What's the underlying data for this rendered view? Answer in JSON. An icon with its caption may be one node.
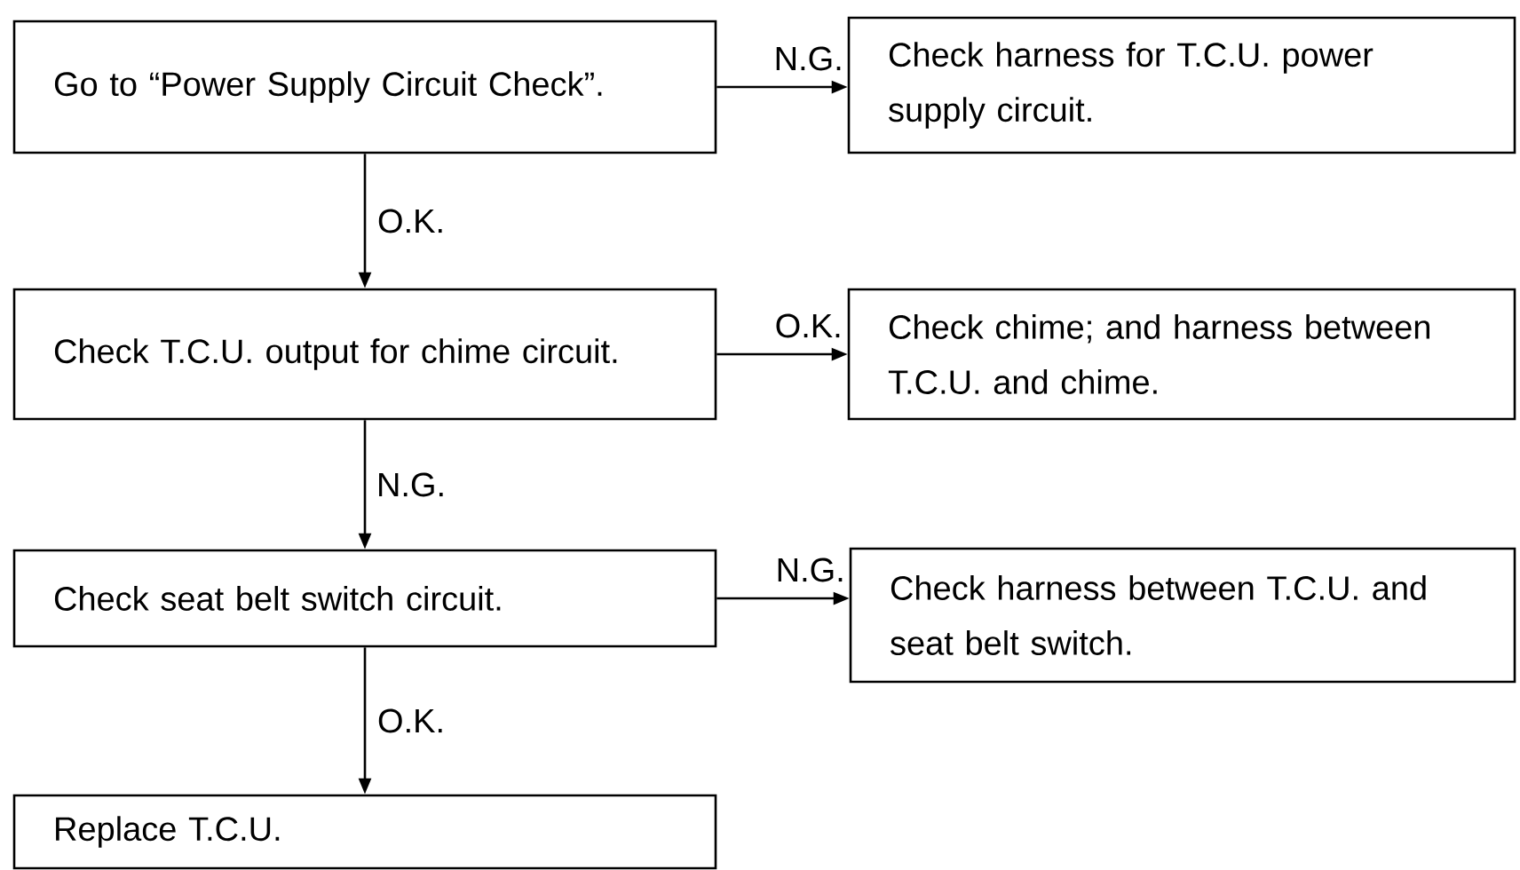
{
  "diagram": {
    "nodes": [
      {
        "text": [
          "Go to “Power Supply Circuit Check”."
        ]
      },
      {
        "text": [
          "Check harness for T.C.U. power supply circuit."
        ]
      },
      {
        "text": [
          "Check T.C.U. output for chime circuit."
        ]
      },
      {
        "text": [
          "Check chime; and harness between T.C.U. and chime."
        ]
      },
      {
        "text": [
          "Check seat belt switch circuit."
        ]
      },
      {
        "text": [
          "Check harness between T.C.U. and seat belt switch."
        ]
      },
      {
        "text": [
          "Replace T.C.U."
        ]
      }
    ],
    "edges": [
      {
        "from": 0,
        "to": 1,
        "arrow": "to",
        "label": "N.G."
      },
      {
        "from": 0,
        "to": 2,
        "arrow": "to",
        "label": "O.K."
      },
      {
        "from": 2,
        "to": 3,
        "arrow": "to",
        "label": "O.K."
      },
      {
        "from": 2,
        "to": 4,
        "arrow": "to",
        "label": "N.G."
      },
      {
        "from": 4,
        "to": 5,
        "arrow": "to",
        "label": "N.G."
      },
      {
        "from": 4,
        "to": 6,
        "arrow": "to",
        "label": "O.K."
      }
    ]
  }
}
